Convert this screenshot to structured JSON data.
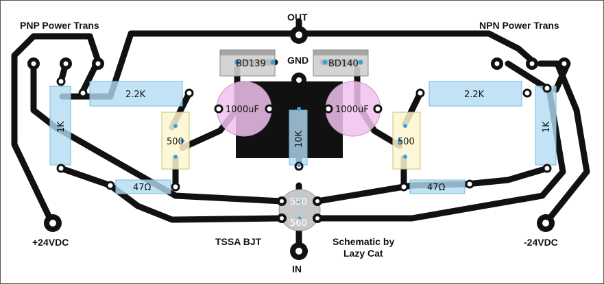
{
  "labels": {
    "pnp": "PNP Power Trans",
    "npn": "NPN Power Trans",
    "out": "OUT",
    "gnd": "GND",
    "in": "IN",
    "pos_supply": "+24VDC",
    "neg_supply": "-24VDC",
    "tssa": "TSSA BJT",
    "credit_line1": "Schematic by",
    "credit_line2": "Lazy Cat"
  },
  "components": {
    "bd139": "BD139",
    "bd140": "BD140",
    "cap_left": "1000uF",
    "cap_right": "1000uF",
    "res_2k2_left": "2.2K",
    "res_2k2_right": "2.2K",
    "res_1k_left": "1K",
    "res_1k_right": "1K",
    "trim_left": "500",
    "trim_right": "500",
    "res_47_left": "47Ω",
    "res_47_right": "47Ω",
    "res_10k": "10K",
    "bjt_top": "550",
    "bjt_bottom": "560"
  },
  "colors": {
    "trace": "#111111",
    "resistor": "#b3dcf3",
    "trimmer": "#fbf6cf",
    "capacitor": "#f0c2ee",
    "transistor": "#cfcfcf",
    "pad_hole": "#3aa0dc"
  }
}
